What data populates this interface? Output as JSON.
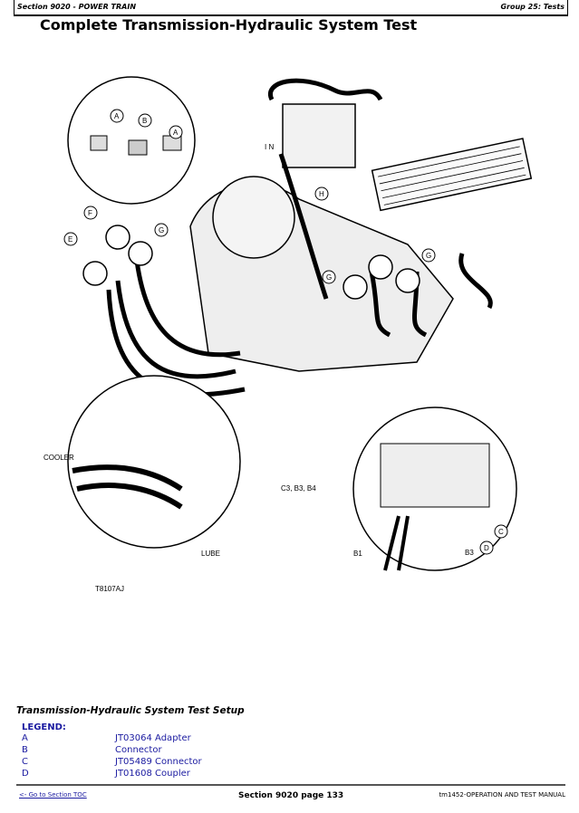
{
  "header": {
    "section": "Section 9020 - POWER TRAIN",
    "group": "Group 25: Tests"
  },
  "title": "Complete Transmission-Hydraulic System Test",
  "figure": {
    "id": "T8107AJ",
    "labels": {
      "a1": "A",
      "b": "B",
      "a2": "A",
      "f": "F",
      "e": "E",
      "g1": "G",
      "h": "H",
      "g2": "G",
      "g3": "G",
      "in": "I N",
      "cooler": "COOLER",
      "lube": "LUBE",
      "c3b3b4": "C3, B3, B4",
      "b1": "B1",
      "b3": "B3",
      "c": "C",
      "d": "D"
    }
  },
  "caption": "Transmission-Hydraulic System Test Setup",
  "legend": {
    "heading": "LEGEND:",
    "items": [
      {
        "key": "A",
        "desc": "JT03064 Adapter"
      },
      {
        "key": "B",
        "desc": "Connector"
      },
      {
        "key": "C",
        "desc": "JT05489 Connector"
      },
      {
        "key": "D",
        "desc": "JT01608 Coupler"
      }
    ]
  },
  "footer": {
    "toc_link": "<- Go to Section TOC",
    "page": "Section 9020 page 133",
    "manual": "tm1452-OPERATION AND TEST MANUAL"
  }
}
